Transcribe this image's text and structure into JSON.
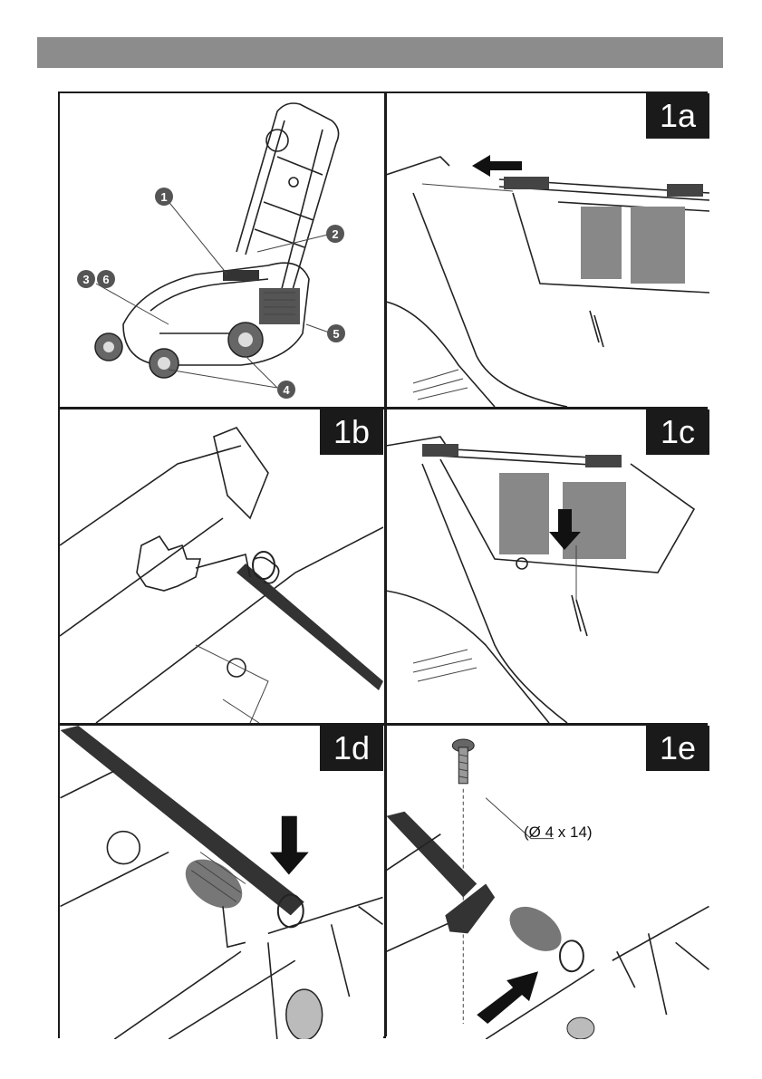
{
  "panels": [
    {
      "id": "main",
      "label": "",
      "callouts": [
        "1",
        "2",
        "3",
        "6",
        "5",
        "4"
      ]
    },
    {
      "id": "1a",
      "label": "1a"
    },
    {
      "id": "1b",
      "label": "1b"
    },
    {
      "id": "1c",
      "label": "1c"
    },
    {
      "id": "1d",
      "label": "1d"
    },
    {
      "id": "1e",
      "label": "1e",
      "dimension": "(Ø 4 x 14)"
    }
  ],
  "colors": {
    "header_bar": "#8c8c8c",
    "frame": "#1a1a1a",
    "arrow": "#111111"
  },
  "icons": [
    "lawnmower-illustration",
    "arrow-left-icon",
    "arrow-down-icon",
    "screw-icon",
    "clip-icon"
  ]
}
